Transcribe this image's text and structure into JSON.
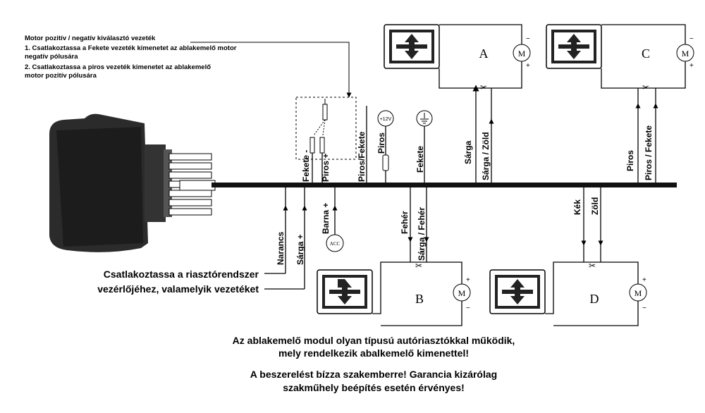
{
  "note": {
    "title": "Motor pozitív / negatív kiválasztó vezeték",
    "line1": "1. Csatlakoztassa a Fekete vezeték kimenetet az ablakemelő motor",
    "line1b": "negatív pólusára",
    "line2": "2. Csatlakoztassa a piros vezeték kimenetet az ablakemelő",
    "line2b": "motor pozitív pólusára"
  },
  "wires": {
    "fekete_minus": "Fekete -",
    "piros_plus": "Piros +",
    "piros_fekete": "Piros/Fekete",
    "piros": "Piros",
    "fekete": "Fekete",
    "sarga_a": "Sárga",
    "sarga_zold": "Sárga / Zöld",
    "piros_c": "Piros",
    "piros_fekete_c": "Piros / Fekete",
    "narancs": "Narancs",
    "sarga_plus": "Sárga +",
    "barna_plus": "Barna +",
    "feher": "Fehér",
    "sarga_feher": "Sárga / Fehér",
    "kek": "Kék",
    "zold": "Zöld"
  },
  "symbols": {
    "v12": "+12V",
    "acc": "ACC",
    "motor": "M",
    "plus": "+",
    "minus": "−"
  },
  "modules": {
    "a": "A",
    "b": "B",
    "c": "C",
    "d": "D"
  },
  "connect": {
    "line1": "Csatlakoztassa a riasztórendszer",
    "line2": "vezérlőjéhez, valamelyik vezetéket"
  },
  "footer": {
    "line1": "Az ablakemelő modul olyan típusú autóriasztókkal működik,",
    "line2": "mely rendelkezik abalkemelő kimenettel!",
    "line3": "A beszerelést bízza szakemberre! Garancia kizárólag",
    "line4": "szakműhely beépítés esetén érvényes!"
  }
}
